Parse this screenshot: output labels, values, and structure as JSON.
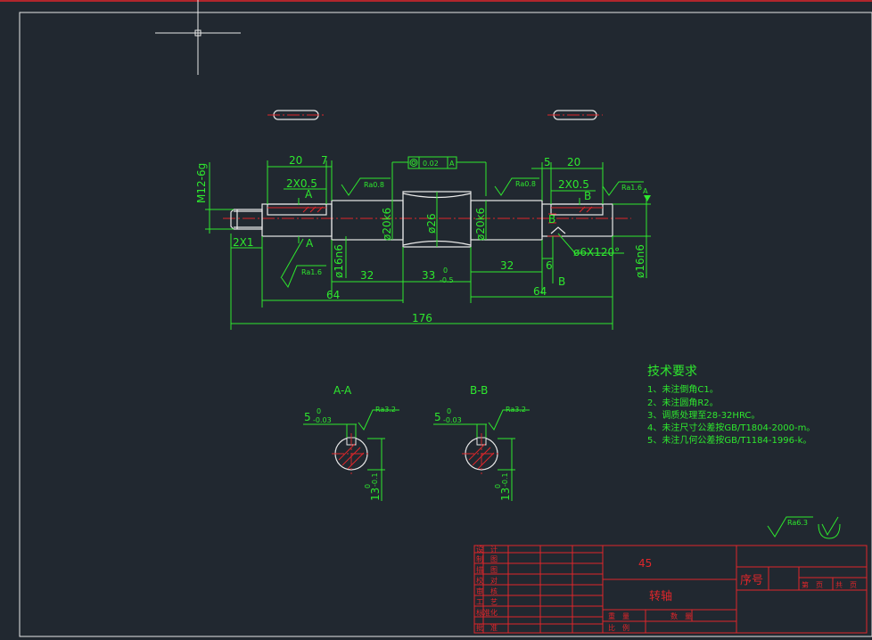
{
  "colors": {
    "background": "#212830",
    "dimension": "#2ee82e",
    "outline": "#e8e8e8",
    "center": "#e0262a"
  },
  "dims": {
    "d20a": "20",
    "d7": "7",
    "d2x05a": "2X0.5",
    "secA_top": "A",
    "secA_bot": "A",
    "ra08a": "Ra0.8",
    "tol_flat": "0.02",
    "tol_ref": "A",
    "d5": "5",
    "d20b": "20",
    "d2x05b": "2X0.5",
    "secB_top": "B",
    "secB_mid": "B",
    "secB_bot": "B",
    "ra08b": "Ra0.8",
    "ra16b": "Ra1.6",
    "datum": "A",
    "thread": "M12-6g",
    "d2x1": "2X1",
    "ra16a": "Ra1.6",
    "phi16a": "ø16n6",
    "phi20a": "ø20k6",
    "phi26": "ø26",
    "phi20b": "ø20k6",
    "phi6": "ø6X120°",
    "phi16b": "ø16n6",
    "d32a": "32",
    "d33": "33",
    "d33_tol_up": "0",
    "d33_tol_dn": "-0.5",
    "d32b": "32",
    "d6": "6",
    "d64a": "64",
    "d64b": "64",
    "d176": "176"
  },
  "sections": [
    {
      "title": "A-A",
      "key_w": "5",
      "key_w_up": "0",
      "key_w_dn": "-0.03",
      "depth": "13",
      "depth_up": "0",
      "depth_dn": "-0.1",
      "ra": "Ra3.2"
    },
    {
      "title": "B-B",
      "key_w": "5",
      "key_w_up": "0",
      "key_w_dn": "-0.03",
      "depth": "13",
      "depth_up": "0",
      "depth_dn": "-0.1",
      "ra": "Ra3.2"
    }
  ],
  "notes": {
    "title": "技术要求",
    "items": [
      "1、未注倒角C1。",
      "2、未注圆角R2。",
      "3、调质处理至28-32HRC。",
      "4、未注尺寸公差按GB/T1804-2000-m。",
      "5、未注几何公差按GB/T1184-1996-k。"
    ]
  },
  "roughness_general": "Ra6.3",
  "titleblock": {
    "material": "45",
    "part_name": "转轴",
    "seq_label": "序号",
    "left_labels": [
      "设　计",
      "制　图",
      "描　图",
      "校　对",
      "审　核",
      "工　艺",
      "标准化",
      "批　准"
    ],
    "weight_label": "重　量",
    "scale_label": "比　例",
    "qty_label": "数　量",
    "sheet_no": "第　页",
    "sheet_total": "共　页"
  }
}
